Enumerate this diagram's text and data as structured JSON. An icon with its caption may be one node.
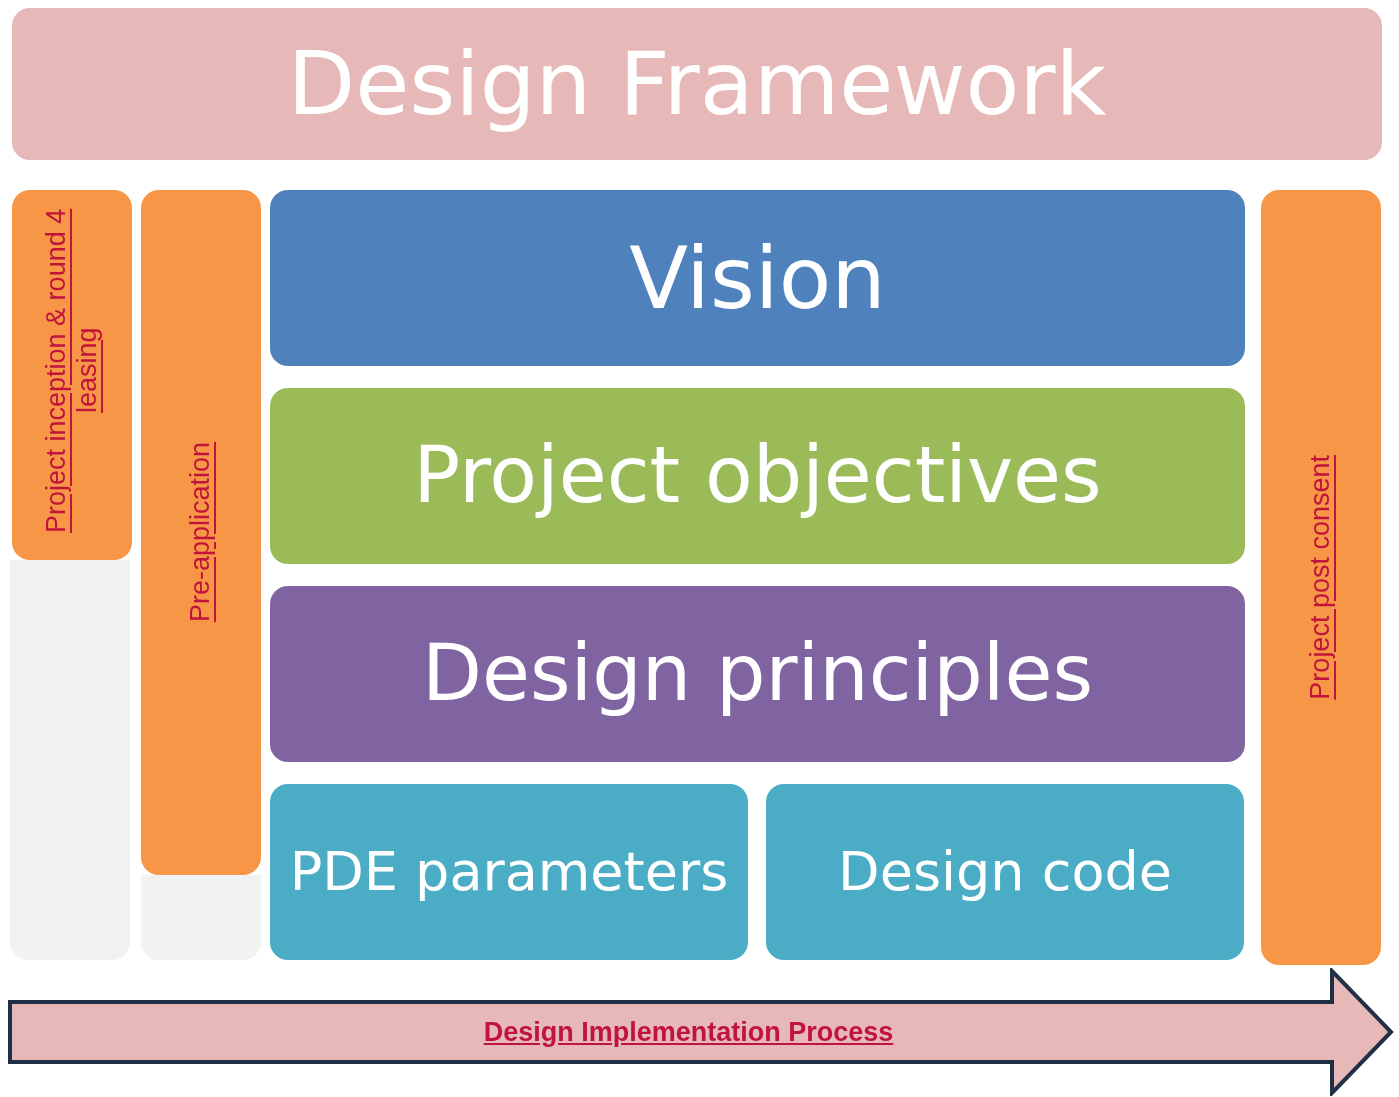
{
  "diagram": {
    "nodes": [
      {
        "text": [
          "Design Framework"
        ]
      },
      {
        "text": [
          "Project inception & round 4 leasing"
        ]
      },
      {
        "text": [
          "Pre-application"
        ]
      },
      {
        "text": [
          "Vision"
        ]
      },
      {
        "text": [
          "Project objectives"
        ]
      },
      {
        "text": [
          "Design principles"
        ]
      },
      {
        "text": [
          "PDE parameters"
        ]
      },
      {
        "text": [
          "Design code"
        ]
      },
      {
        "text": [
          "Project post consent"
        ]
      },
      {
        "text": [
          "Design Implementation Process"
        ]
      }
    ]
  }
}
